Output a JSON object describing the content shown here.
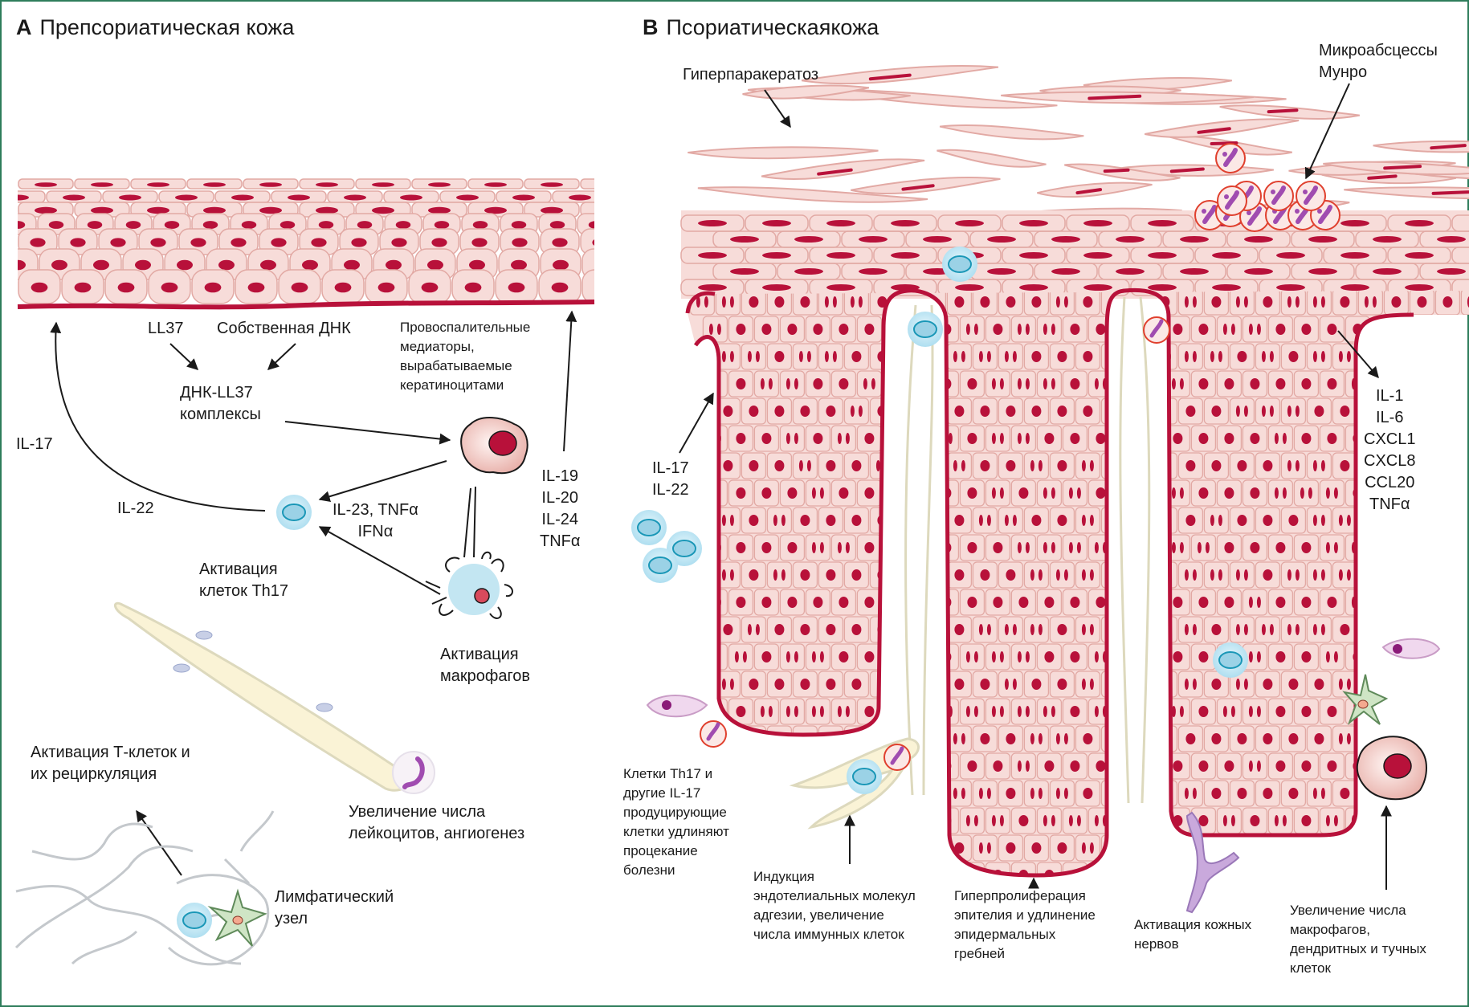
{
  "colors": {
    "frame": "#2e7d5b",
    "epidermis_fill": "#f7dcd9",
    "cell_outline": "#e2a9a4",
    "nucleus": "#b8113a",
    "basement": "#b8113a",
    "tcell_fill": "#bfe6f3",
    "tcell_nucleus": "#1a97b7",
    "neutrophil_border": "#e0402e",
    "neutrophil_nucleus": "#a04cb0",
    "vessel_fill": "#faf3d6",
    "dendritic_fill": "#cfe5c5",
    "nerve_fill": "#c9a9dc",
    "mast_cell_fill": "#f0d8ee"
  },
  "panel_a": {
    "letter": "A",
    "title": "Препсориатическая кожа",
    "labels": {
      "ll37": "LL37",
      "self_dna": "Собственная ДНК",
      "dna_ll37_complex": "ДНК-LL37\nкомплексы",
      "mediators": "Провоспалительные\nмедиаторы,\nвырабатываемые\nкератиноцитами",
      "il17": "IL-17",
      "il22": "IL-22",
      "il23_tnf_ifn": "IL-23, TNFα\nIFNα",
      "cytokines_right": "IL-19\nIL-20\nIL-24\nTNFα",
      "th17_activation": "Активация\nклеток Th17",
      "macrophage_activation": "Активация\nмакрофагов",
      "tcell_activation": "Активация Т-клеток и\nих рециркуляция",
      "leukocytes_angiogenesis": "Увеличение числа\nлейкоцитов, ангиогенез",
      "lymph_node": "Лимфатический\nузел"
    }
  },
  "panel_b": {
    "letter": "B",
    "title": "Псориатическаякожа",
    "labels": {
      "hyperparakeratosis": "Гиперпаракератоз",
      "munro": "Микроабсцессы\nМунро",
      "il17_il22": "IL-17\nIL-22",
      "cytokines_right": "IL-1\nIL-6\nCXCL1\nCXCL8\nCCL20\nTNFα",
      "th17_other": "Клетки Th17 и\nдругие IL-17\nпродуцирующие\nклетки удлиняют\nпроцекание\nболезни",
      "endothelial": "Индукция\nэндотелиальных молекул\nадгезии, увеличение\nчисла иммунных клеток",
      "hyperproliferation": "Гиперпролиферация\nэпителия и удлинение\nэпидермальных\nгребней",
      "nerves": "Активация кожных\nнервов",
      "macrophages_increase": "Увеличение числа\nмакрофагов,\nдендритных и тучных\nклеток"
    }
  }
}
